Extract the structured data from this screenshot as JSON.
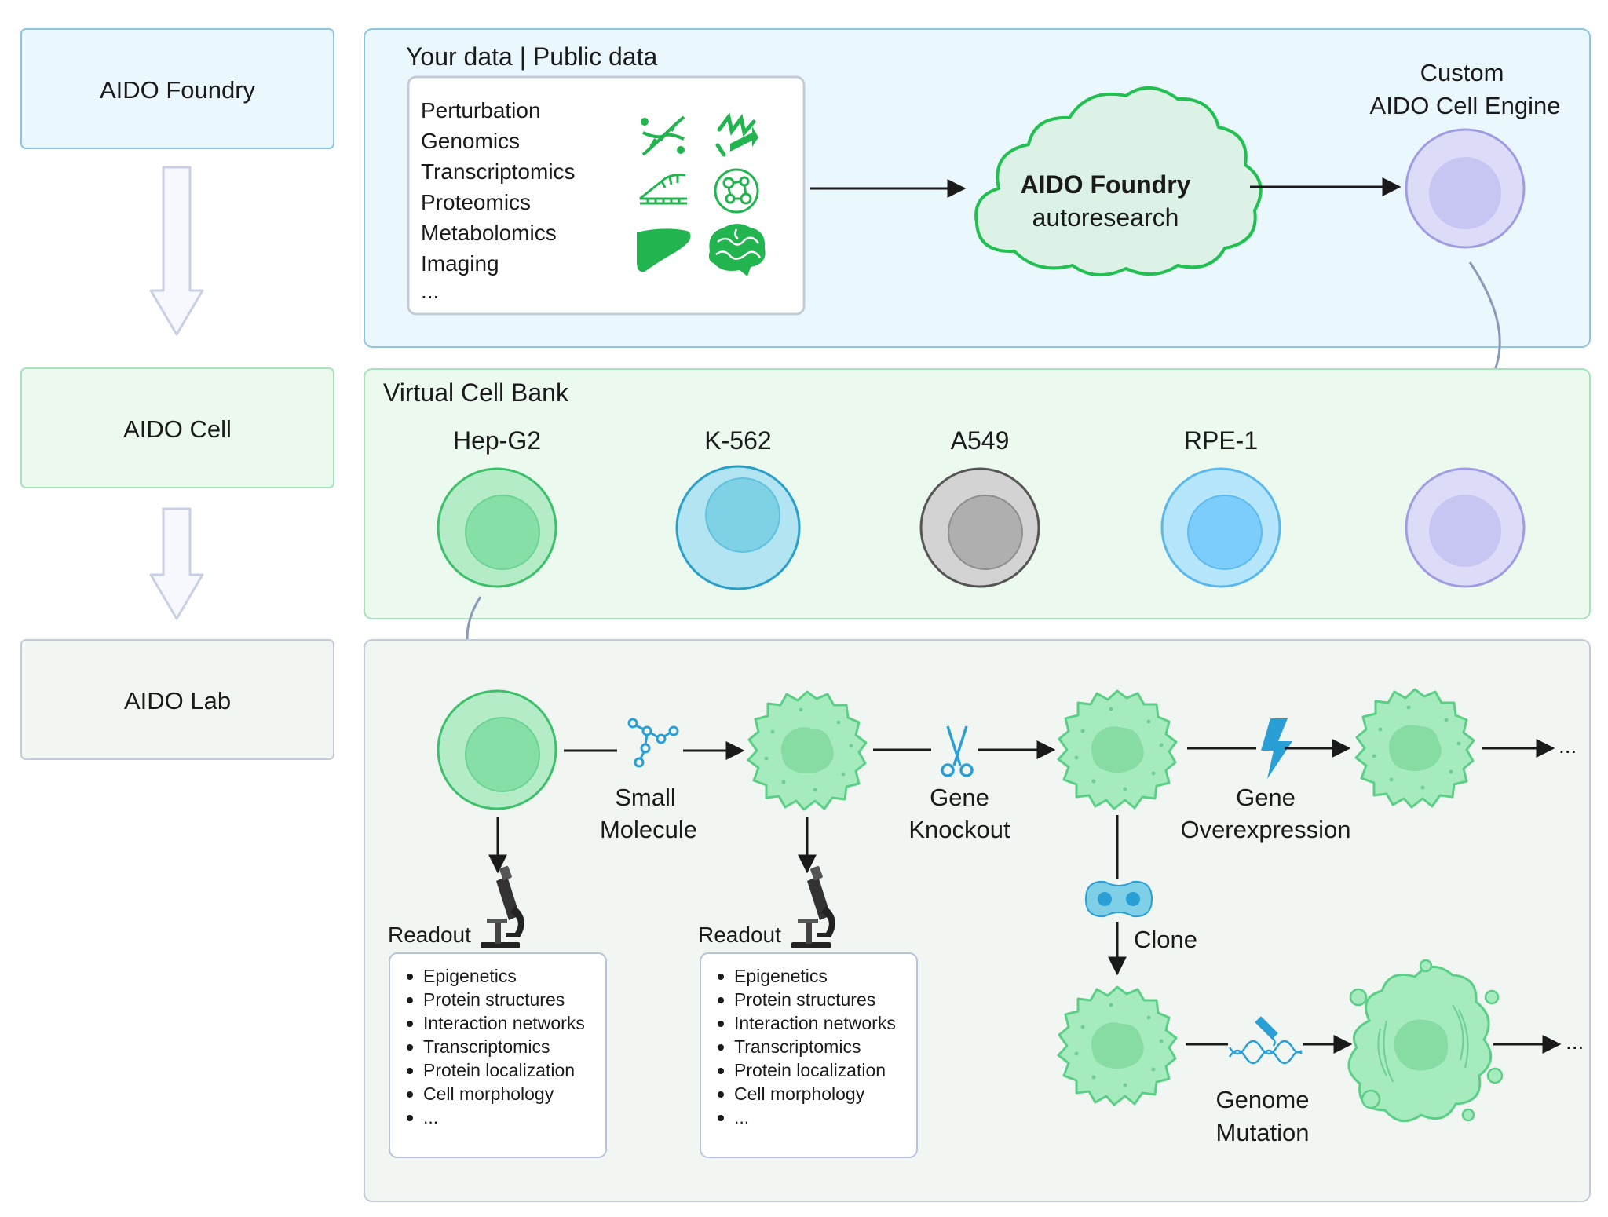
{
  "tiers": {
    "foundry": "AIDO Foundry",
    "cell": "AIDO Cell",
    "lab": "AIDO Lab"
  },
  "foundry": {
    "data_title": "Your data | Public data",
    "data_types": [
      "Perturbation",
      "Genomics",
      "Transcriptomics",
      "Proteomics",
      "Metabolomics",
      "Imaging",
      "..."
    ],
    "cloud_title": "AIDO Foundry",
    "cloud_subtitle": "autoresearch",
    "engine_label_line1": "Custom",
    "engine_label_line2": "AIDO Cell Engine"
  },
  "cell_bank": {
    "title": "Virtual Cell Bank",
    "cells": [
      {
        "name": "Hep-G2",
        "outer": "#b5ecc8",
        "inner": "#86dfa6",
        "stroke": "#3cc06a"
      },
      {
        "name": "K-562",
        "outer": "#b2e4f2",
        "inner": "#7fd2e6",
        "stroke": "#2a9fc8"
      },
      {
        "name": "A549",
        "outer": "#d3d3d3",
        "inner": "#afafaf",
        "stroke": "#555555"
      },
      {
        "name": "RPE-1",
        "outer": "#b5e6fc",
        "inner": "#7ccdfb",
        "stroke": "#5ab8ee"
      }
    ],
    "custom_cell": {
      "outer": "#dddcf8",
      "inner": "#c7c5f1",
      "stroke": "#a09ce4"
    }
  },
  "lab": {
    "steps": [
      {
        "line1": "Small",
        "line2": "Molecule"
      },
      {
        "line1": "Gene",
        "line2": "Knockout"
      },
      {
        "line1": "Gene",
        "line2": "Overexpression"
      }
    ],
    "clone_label": "Clone",
    "mutation": {
      "line1": "Genome",
      "line2": "Mutation"
    },
    "ellipsis": "...",
    "readout_label": "Readout",
    "readout_items": [
      "Epigenetics",
      "Protein structures",
      "Interaction networks",
      "Transcriptomics",
      "Protein localization",
      "Cell morphology",
      "..."
    ]
  },
  "colors": {
    "foundry_bg": "#eaf7fc",
    "foundry_border": "#8cc6e6",
    "cell_bg": "#ebf9ef",
    "cell_border": "#a6e2bb",
    "lab_bg": "#f1f6f2",
    "lab_border": "#c2ccd8",
    "icon_green": "#22b44e",
    "icon_blue": "#2a9fd6",
    "perturbed_cell": "#a5ebbe"
  },
  "icons": [
    "dna-icon",
    "protein-icon",
    "rna-icon",
    "metabolite-network-icon",
    "liver-icon",
    "brain-icon",
    "small-molecule-icon",
    "scissors-icon",
    "lightning-icon",
    "cell-division-icon",
    "dna-edit-icon",
    "microscope-icon"
  ]
}
